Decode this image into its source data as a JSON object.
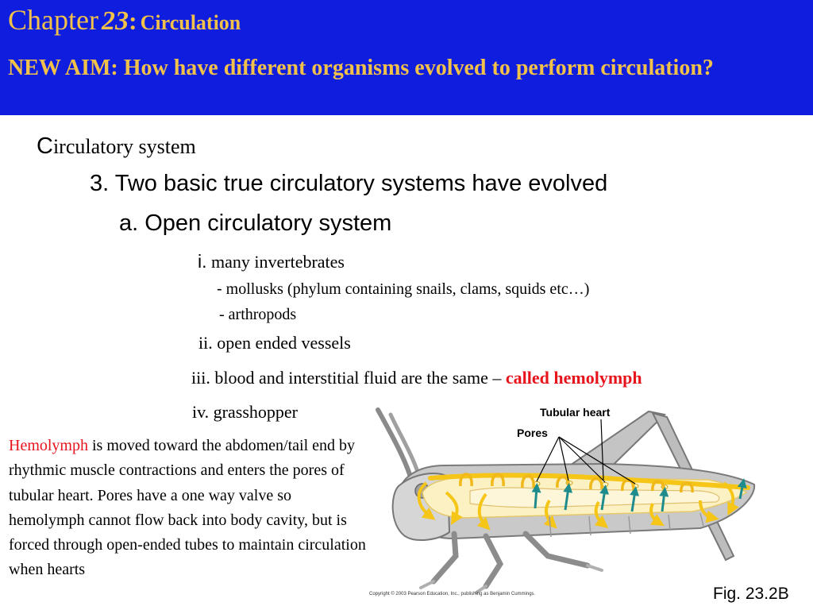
{
  "header": {
    "chapter_word": "Chapter",
    "chapter_number": "23",
    "chapter_colon": ":",
    "chapter_topic": "Circulation",
    "aim": "NEW AIM: How have different organisms evolved to perform circulation?"
  },
  "outline": {
    "heading_initial": "C",
    "heading_rest": "irculatory system",
    "point3": "3. Two basic true circulatory systems have evolved",
    "point_a": "a. Open circulatory system",
    "item_i_marker": "i.",
    "item_i_text": " many invertebrates",
    "sub_mollusks_marker": "-",
    "sub_mollusks_text": " mollusks (phylum containing snails, clams, squids etc…)",
    "sub_arthropods": "- arthropods",
    "item_ii": "ii. open ended vessels",
    "item_iii_text": "iii. blood and interstitial fluid are the same – ",
    "item_iii_highlight": "called hemolymph",
    "item_iv": "iv. grasshopper"
  },
  "paragraph": {
    "highlight": "Hemolymph",
    "text": " is moved toward the abdomen/tail end by rhythmic muscle contractions and enters the pores of tubular heart. Pores have a one way valve so hemolymph cannot flow back into body cavity,  but is forced through open-ended tubes to maintain circulation when hearts"
  },
  "figure": {
    "label_tubular_heart": "Tubular heart",
    "label_pores": "Pores",
    "copyright": "Copyright © 2003 Pearson Education, Inc., publishing as Benjamin Cummings.",
    "caption": "Fig. 23.2B"
  },
  "colors": {
    "header_bg": "#0f1ede",
    "header_text": "#f2c14a",
    "highlight_red": "#e8141c",
    "heart_yellow": "#f5c518",
    "arrow_teal": "#1e8c8c"
  }
}
